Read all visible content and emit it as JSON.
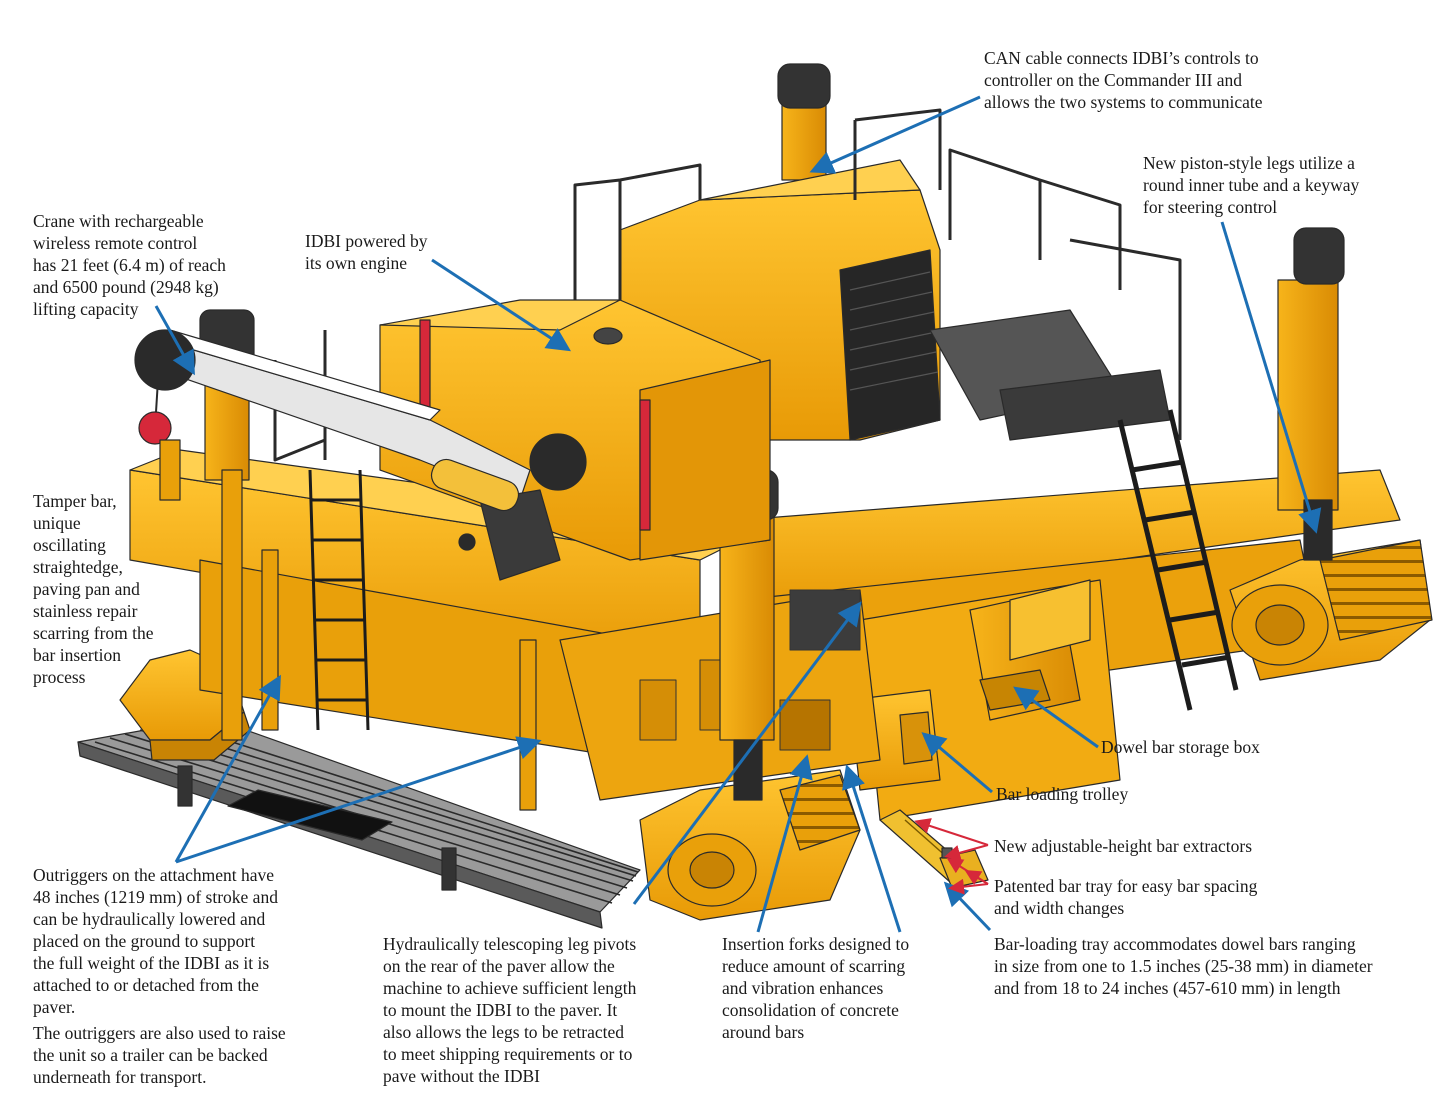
{
  "colors": {
    "machine_yellow": "#f5b014",
    "machine_orange": "#eea40c",
    "machine_dark": "#3a3a3a",
    "leader_blue": "#1d6fb4",
    "leader_red": "#d6283a",
    "walkway_grey": "#8a8a8a"
  },
  "icons": [
    "crane-icon",
    "ladder-icon",
    "track-icon",
    "engine-icon"
  ],
  "callouts": {
    "can_cable": [
      "CAN cable connects IDBI’s controls to",
      "controller on the Commander III and",
      "allows the two systems to communicate"
    ],
    "piston_legs": [
      "New piston-style legs utilize a",
      "round inner tube and a keyway",
      "for steering control"
    ],
    "crane": [
      "Crane with rechargeable",
      "wireless remote control",
      "has 21 feet (6.4 m) of reach",
      "and 6500 pound (2948 kg)",
      "lifting capacity"
    ],
    "idbi_engine": [
      "IDBI powered by",
      "its own engine"
    ],
    "tamper_bar": [
      "Tamper bar,",
      "unique",
      "oscillating",
      "straightedge,",
      "paving pan and",
      "stainless repair",
      "scarring from the",
      "bar insertion",
      "process"
    ],
    "storage_box": [
      "Dowel bar storage box"
    ],
    "loading_trolley": [
      "Bar loading trolley"
    ],
    "extractors": [
      "New adjustable-height bar extractors"
    ],
    "bar_tray": [
      "Patented bar tray for easy bar spacing",
      "and width changes"
    ],
    "loading_tray": [
      "Bar-loading tray accommodates dowel bars ranging",
      "in size from one to 1.5 inches (25-38 mm) in diameter",
      "and from 18 to 24 inches (457-610 mm) in length"
    ],
    "outriggers": [
      "Outriggers on the attachment have",
      "48 inches (1219 mm) of stroke and",
      "can be hydraulically lowered and",
      "placed on the ground to support",
      "the full weight of the IDBI as it is",
      "attached to or detached from the",
      "paver."
    ],
    "outriggers_2": [
      "The outriggers are also used to raise",
      "the unit so a trailer can be backed",
      "underneath for transport."
    ],
    "leg_pivots": [
      "Hydraulically telescoping leg pivots",
      "on the rear of the paver allow the",
      "machine to achieve sufficient length",
      "to mount the IDBI to the paver. It",
      "also allows the legs to be retracted",
      "to meet shipping requirements or to",
      "pave without the IDBI"
    ],
    "insertion_forks": [
      "Insertion forks designed to",
      "reduce amount of scarring",
      "and vibration enhances",
      "consolidation of concrete",
      "around bars"
    ]
  }
}
